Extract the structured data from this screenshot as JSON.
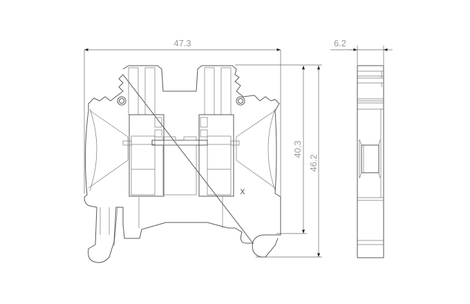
{
  "drawing": {
    "front_view": {
      "width_label": "47.3",
      "height_label": "40.3",
      "total_height_label": "46.2",
      "mark": "x"
    },
    "side_view": {
      "width_label": "6.2"
    }
  }
}
